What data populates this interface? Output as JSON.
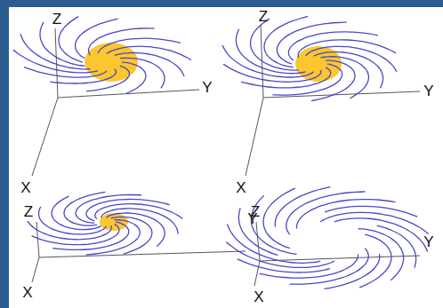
{
  "diagram": {
    "labels": [
      "Z",
      "Y",
      "X",
      "Z",
      "Y",
      "X",
      "Z",
      "Y",
      "X",
      "Z",
      "Y",
      "X"
    ]
  }
}
